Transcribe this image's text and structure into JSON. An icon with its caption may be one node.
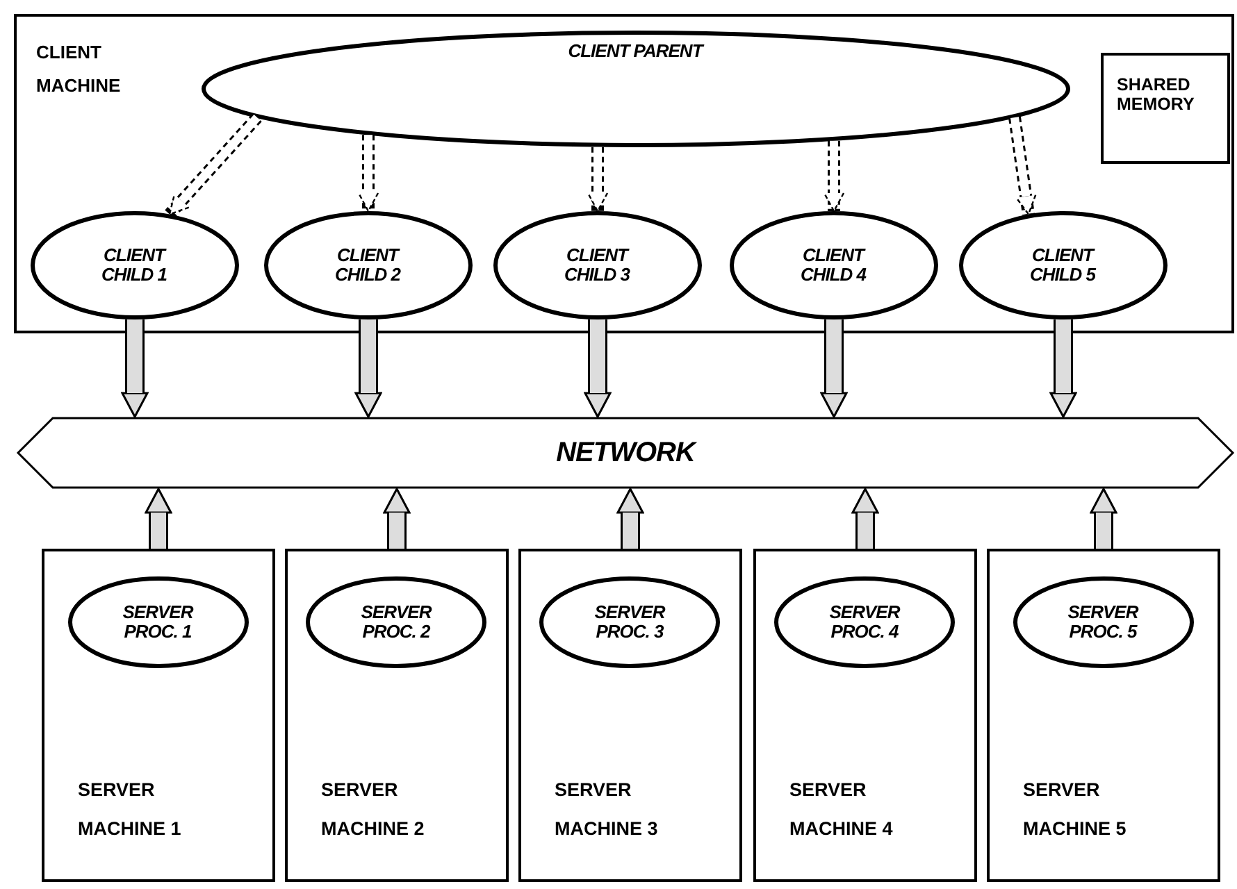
{
  "diagram": {
    "nodes": [
      {
        "text": [
          "CLIENT MACHINE"
        ]
      },
      {
        "text": [
          "CLIENT PARENT"
        ],
        "in": 0
      },
      {
        "text": [
          "SHARED MEMORY"
        ],
        "in": 0
      },
      {
        "text": [
          "CLIENT CHILD 1"
        ],
        "in": 0
      },
      {
        "text": [
          "CLIENT CHILD 2"
        ],
        "in": 0
      },
      {
        "text": [
          "CLIENT CHILD 3"
        ],
        "in": 0
      },
      {
        "text": [
          "CLIENT CHILD 4"
        ],
        "in": 0
      },
      {
        "text": [
          "CLIENT CHILD 5"
        ],
        "in": 0
      },
      {
        "text": [
          "NETWORK"
        ]
      },
      {
        "text": [
          "SERVER MACHINE 1"
        ]
      },
      {
        "text": [
          "SERVER PROC. 1"
        ],
        "in": 9
      },
      {
        "text": [
          "SERVER MACHINE 2"
        ]
      },
      {
        "text": [
          "SERVER PROC. 2"
        ],
        "in": 11
      },
      {
        "text": [
          "SERVER MACHINE 3"
        ]
      },
      {
        "text": [
          "SERVER PROC. 3"
        ],
        "in": 13
      },
      {
        "text": [
          "SERVER MACHINE 4"
        ]
      },
      {
        "text": [
          "SERVER PROC. 4"
        ],
        "in": 15
      },
      {
        "text": [
          "SERVER MACHINE 5"
        ]
      },
      {
        "text": [
          "SERVER PROC. 5"
        ],
        "in": 17
      }
    ],
    "edges": [
      {
        "from": 1,
        "to": 3,
        "arrow": "to",
        "style": "dashed"
      },
      {
        "from": 1,
        "to": 4,
        "arrow": "to",
        "style": "dashed"
      },
      {
        "from": 1,
        "to": 5,
        "arrow": "to",
        "style": "dashed"
      },
      {
        "from": 1,
        "to": 6,
        "arrow": "to",
        "style": "dashed"
      },
      {
        "from": 1,
        "to": 7,
        "arrow": "to",
        "style": "dashed"
      },
      {
        "from": 3,
        "to": 8,
        "arrow": "to"
      },
      {
        "from": 4,
        "to": 8,
        "arrow": "to"
      },
      {
        "from": 5,
        "to": 8,
        "arrow": "to"
      },
      {
        "from": 6,
        "to": 8,
        "arrow": "to"
      },
      {
        "from": 7,
        "to": 8,
        "arrow": "to"
      },
      {
        "from": 9,
        "to": 8,
        "arrow": "to"
      },
      {
        "from": 11,
        "to": 8,
        "arrow": "to"
      },
      {
        "from": 13,
        "to": 8,
        "arrow": "to"
      },
      {
        "from": 15,
        "to": 8,
        "arrow": "to"
      },
      {
        "from": 17,
        "to": 8,
        "arrow": "to"
      }
    ]
  }
}
